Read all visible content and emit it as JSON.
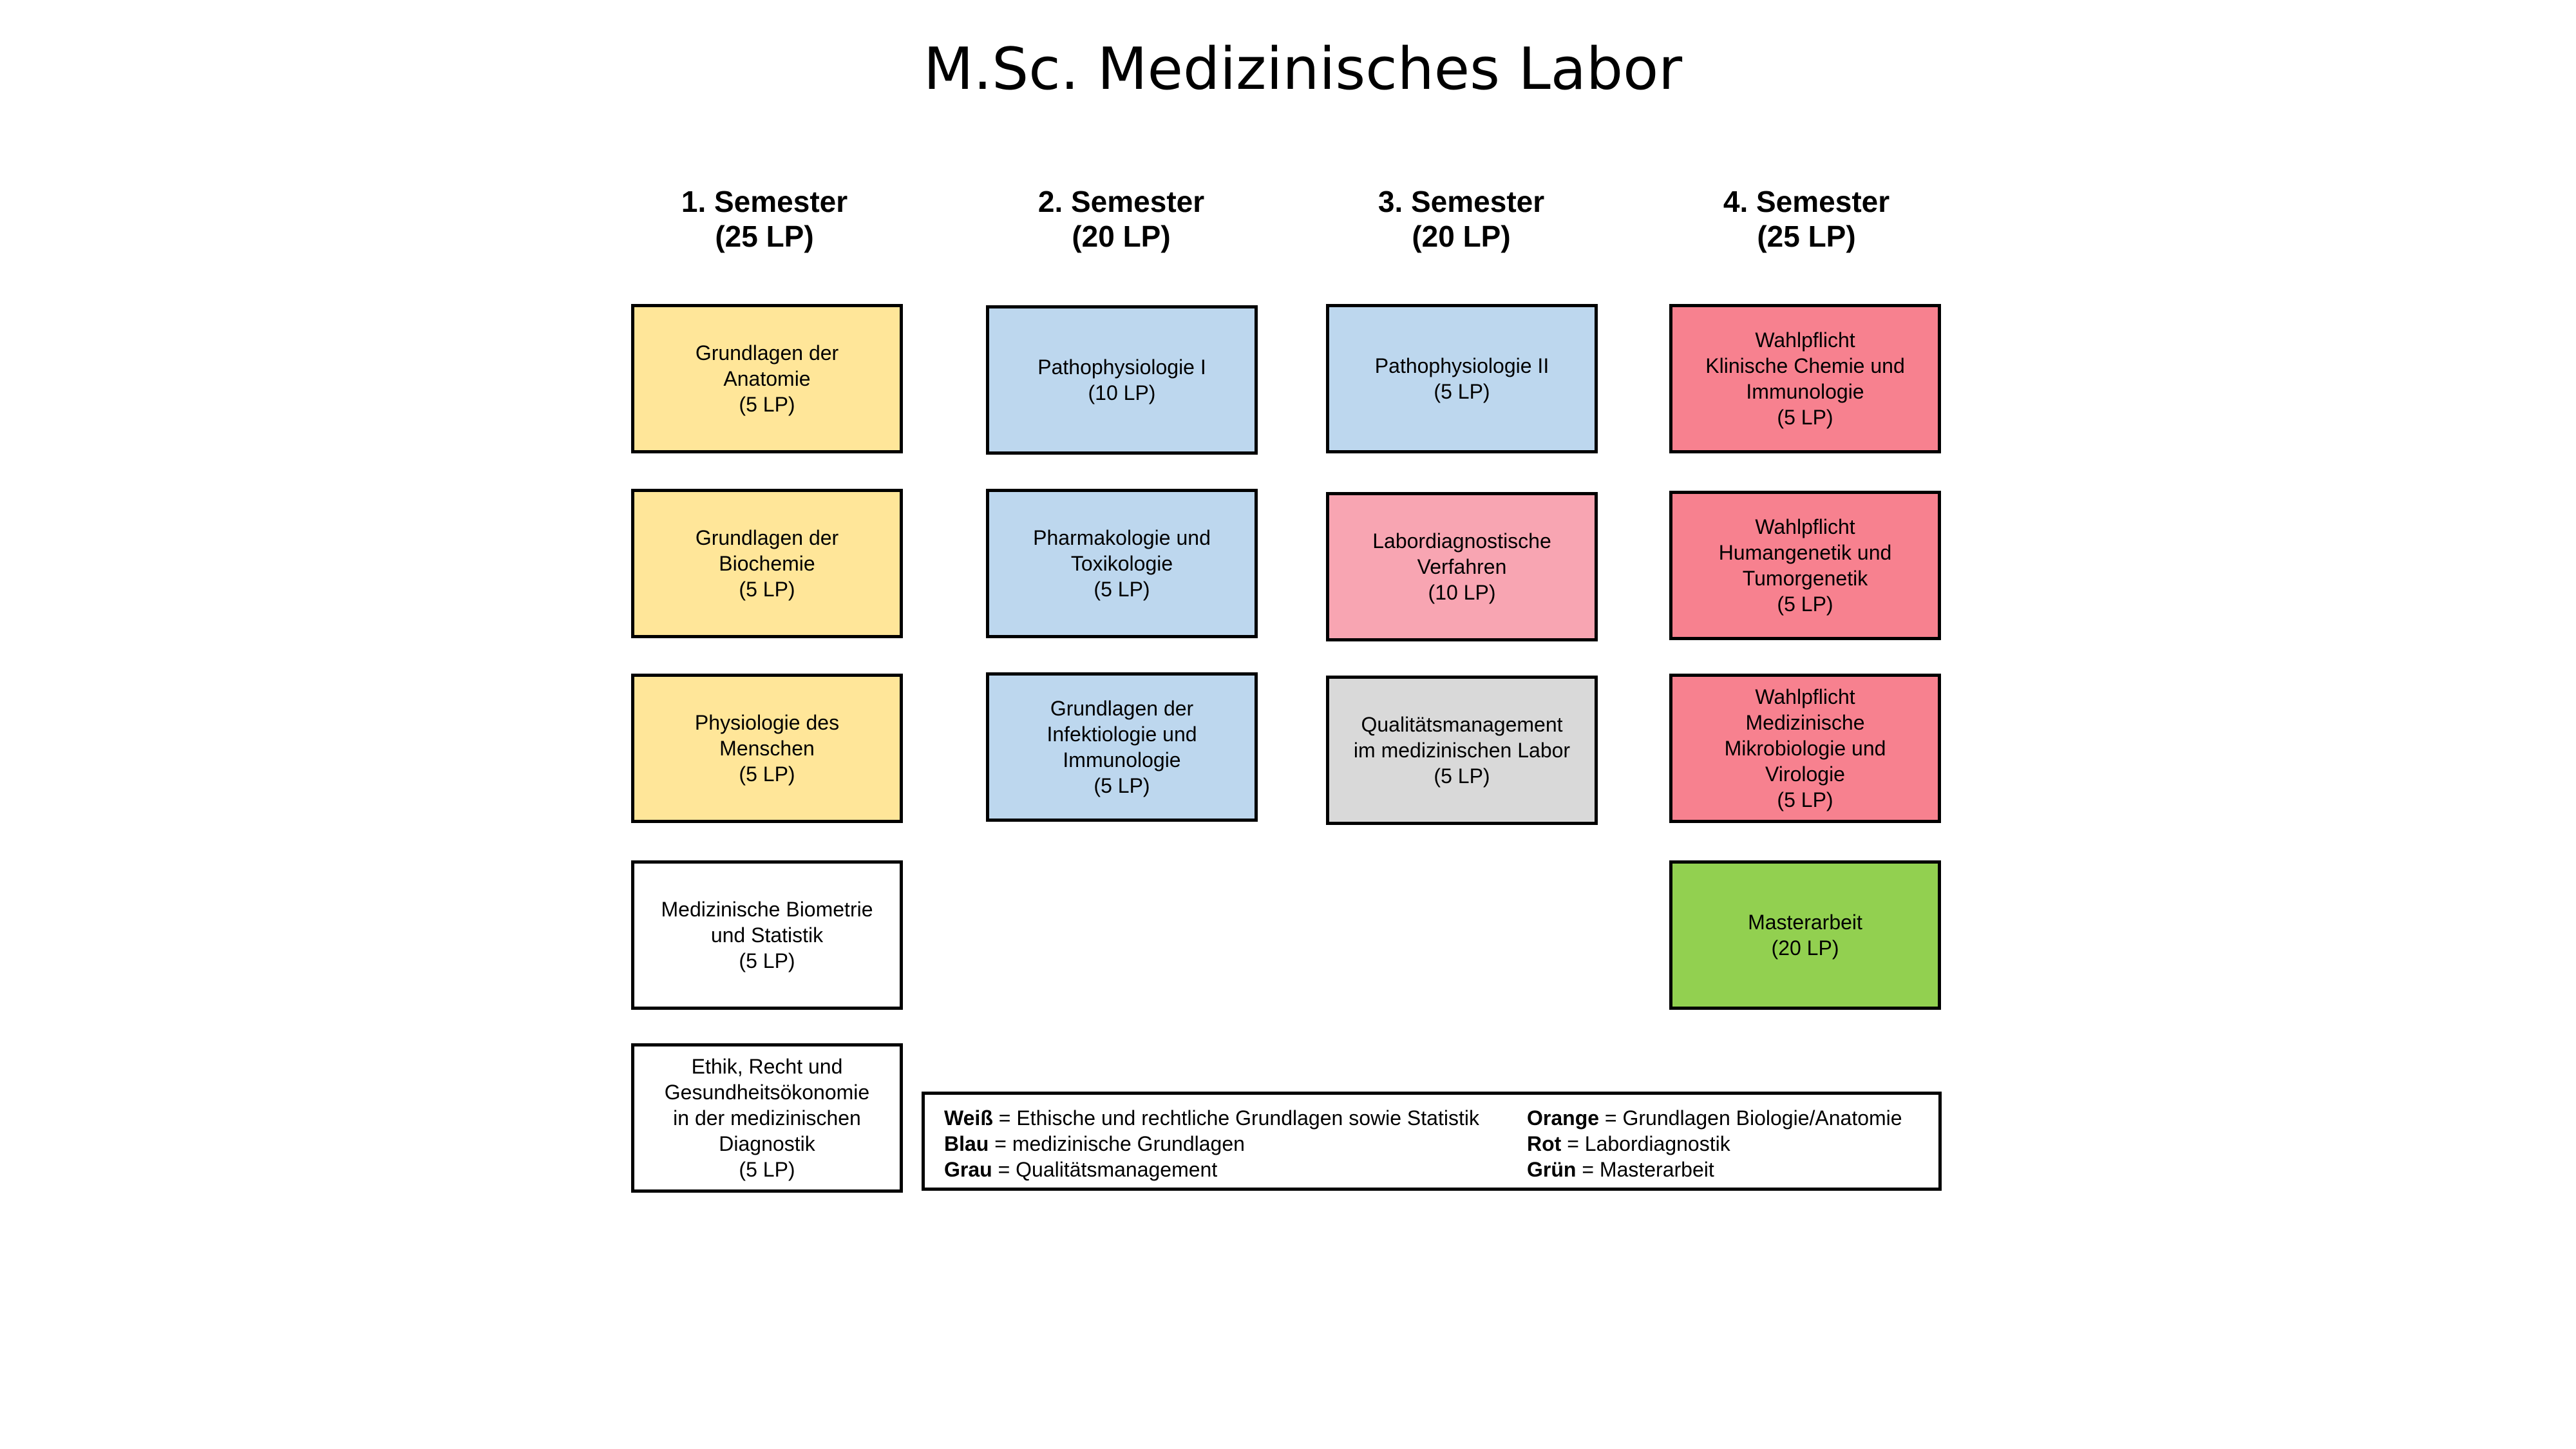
{
  "title": "M.Sc. Medizinisches Labor",
  "colors": {
    "yellow": "#FFE699",
    "blue": "#BDD7EE",
    "pink": "#F8A5B2",
    "red": "#F7818F",
    "gray": "#D9D9D9",
    "green": "#92D050",
    "white": "#FFFFFF"
  },
  "semesters": [
    {
      "label": "1. Semester",
      "lp": "(25 LP)",
      "modules": [
        {
          "name": "Grundlagen der\nAnatomie\n(5 LP)",
          "color": "yellow"
        },
        {
          "name": "Grundlagen der\nBiochemie\n(5 LP)",
          "color": "yellow"
        },
        {
          "name": "Physiologie des\nMenschen\n(5 LP)",
          "color": "yellow"
        },
        {
          "name": "Medizinische Biometrie\nund Statistik\n(5 LP)",
          "color": "white"
        },
        {
          "name": "Ethik, Recht und\nGesundheitsökonomie\nin der medizinischen\nDiagnostik\n(5 LP)",
          "color": "white"
        }
      ]
    },
    {
      "label": "2. Semester",
      "lp": "(20 LP)",
      "modules": [
        {
          "name": "Pathophysiologie I\n(10 LP)",
          "color": "blue"
        },
        {
          "name": "Pharmakologie und\nToxikologie\n(5 LP)",
          "color": "blue"
        },
        {
          "name": "Grundlagen der\nInfektiologie und\nImmunologie\n(5 LP)",
          "color": "blue"
        }
      ]
    },
    {
      "label": "3. Semester",
      "lp": "(20 LP)",
      "modules": [
        {
          "name": "Pathophysiologie II\n(5 LP)",
          "color": "blue"
        },
        {
          "name": "Labordiagnostische\nVerfahren\n(10 LP)",
          "color": "pink"
        },
        {
          "name": "Qualitätsmanagement\nim medizinischen Labor\n(5 LP)",
          "color": "gray"
        }
      ]
    },
    {
      "label": "4. Semester",
      "lp": "(25 LP)",
      "modules": [
        {
          "name": "Wahlpflicht\nKlinische Chemie und\nImmunologie\n(5 LP)",
          "color": "red"
        },
        {
          "name": "Wahlpflicht\nHumangenetik und\nTumorgenetik\n(5 LP)",
          "color": "red"
        },
        {
          "name": "Wahlpflicht\nMedizinische\nMikrobiologie und\nVirologie\n(5 LP)",
          "color": "red"
        },
        {
          "name": "Masterarbeit\n(20 LP)",
          "color": "green"
        }
      ]
    }
  ],
  "legend": [
    {
      "key": "Weiß",
      "desc": " = Ethische und rechtliche Grundlagen sowie Statistik"
    },
    {
      "key": "Blau",
      "desc": " = medizinische Grundlagen"
    },
    {
      "key": "Grau",
      "desc": " = Qualitätsmanagement"
    },
    {
      "key": "Orange",
      "desc": " = Grundlagen Biologie/Anatomie"
    },
    {
      "key": "Rot",
      "desc": " = Labordiagnostik"
    },
    {
      "key": "Grün",
      "desc": " = Masterarbeit"
    }
  ]
}
